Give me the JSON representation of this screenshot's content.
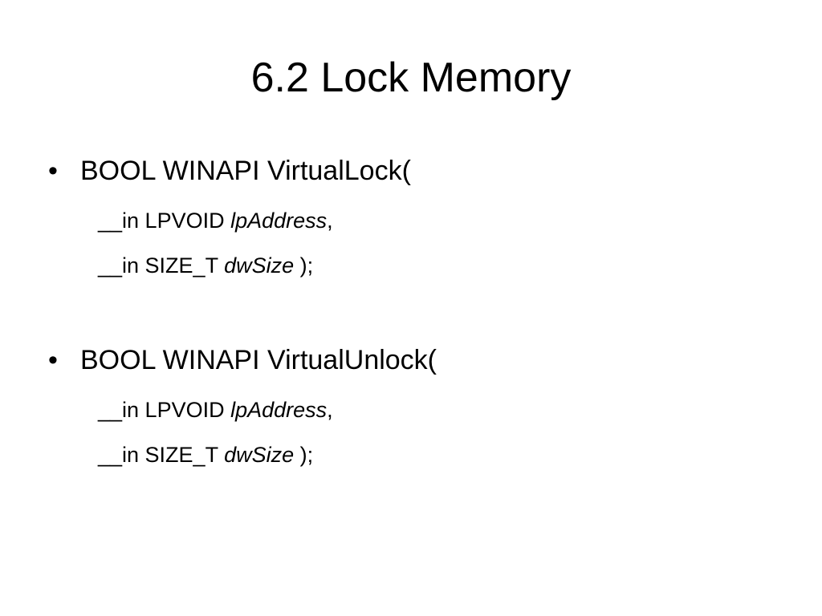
{
  "slide": {
    "title": "6.2 Lock Memory",
    "bullet_symbol": "•",
    "bullets": [
      {
        "text": "BOOL WINAPI VirtualLock(",
        "params": [
          {
            "prefix": "__in LPVOID ",
            "name": "lpAddress",
            "suffix": ","
          },
          {
            "prefix": "__in SIZE_T ",
            "name": "dwSize",
            "suffix": " );"
          }
        ]
      },
      {
        "text": "BOOL WINAPI VirtualUnlock(",
        "params": [
          {
            "prefix": "__in LPVOID ",
            "name": "lpAddress",
            "suffix": ","
          },
          {
            "prefix": "__in SIZE_T ",
            "name": "dwSize",
            "suffix": " );"
          }
        ]
      }
    ]
  }
}
